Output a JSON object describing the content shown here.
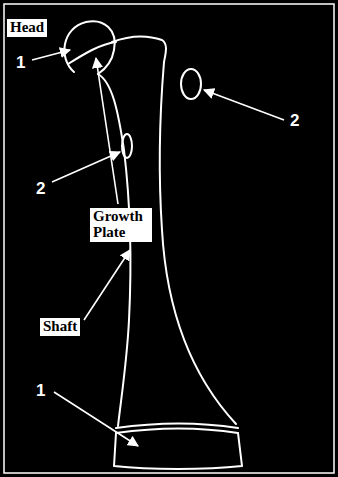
{
  "diagram": {
    "labels": [
      "Head",
      "1",
      "2",
      "2",
      "Growth Plate",
      "Shaft",
      "1"
    ]
  }
}
